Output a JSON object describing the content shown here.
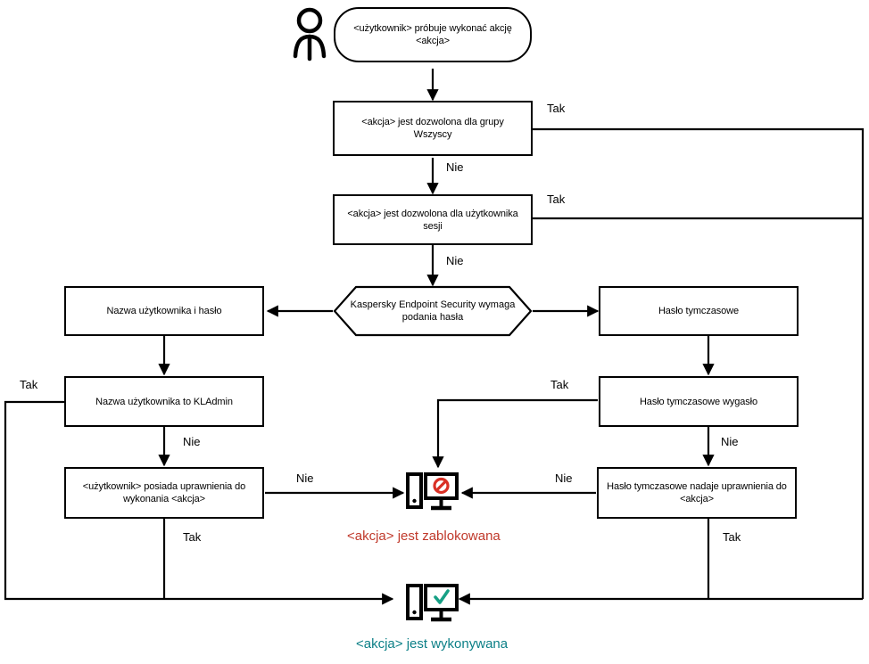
{
  "diagram": {
    "title": "Kaspersky Endpoint Security password check flow",
    "language": "pl",
    "colors": {
      "stroke": "#000000",
      "background": "#ffffff",
      "blocked_text": "#c0392b",
      "blocked_icon": "#d93025",
      "allowed_text": "#0b7f86",
      "allowed_icon": "#16a085"
    }
  },
  "actor": {
    "name": "user-actor-icon",
    "label": "user"
  },
  "nodes": {
    "start": {
      "id": "start",
      "shape": "terminator",
      "text": "<użytkownik> próbuje wykonać akcję <akcja>"
    },
    "allowed_for_everyone": {
      "id": "allowed-for-everyone",
      "shape": "rect",
      "text": "<akcja> jest dozwolona dla grupy Wszyscy"
    },
    "allowed_for_session_user": {
      "id": "allowed-for-session-user",
      "shape": "rect",
      "text": "<akcja> jest dozwolona dla użytkownika sesji"
    },
    "kes_requires_password": {
      "id": "kes-requires-password",
      "shape": "hexagon",
      "text": "Kaspersky Endpoint Security wymaga podania hasła"
    },
    "username_and_password": {
      "id": "username-and-password",
      "shape": "rect",
      "text": "Nazwa użytkownika i hasło"
    },
    "username_is_kladmin": {
      "id": "username-is-kladmin",
      "shape": "rect",
      "text": "Nazwa użytkownika to KLAdmin"
    },
    "user_has_permission": {
      "id": "user-has-permission",
      "shape": "rect",
      "text": "<użytkownik> posiada uprawnienia do wykonania <akcja>"
    },
    "temporary_password": {
      "id": "temporary-password",
      "shape": "rect",
      "text": "Hasło tymczasowe"
    },
    "temporary_password_expired": {
      "id": "temporary-password-expired",
      "shape": "rect",
      "text": "Hasło tymczasowe wygasło"
    },
    "temporary_password_grants": {
      "id": "temporary-password-grants",
      "shape": "rect",
      "text": "Hasło tymczasowe nadaje uprawnienia do <akcja>"
    }
  },
  "outcomes": {
    "blocked": {
      "icon": "computer-blocked-icon",
      "caption": "<akcja> jest zablokowana"
    },
    "allowed": {
      "icon": "computer-allowed-icon",
      "caption": "<akcja> jest wykonywana"
    }
  },
  "edge_labels": {
    "yes": "Tak",
    "no": "Nie",
    "items": [
      {
        "key": "everyone_yes",
        "text": "Tak",
        "from": "allowed_for_everyone",
        "to": "allowed"
      },
      {
        "key": "everyone_no",
        "text": "Nie",
        "from": "allowed_for_everyone",
        "to": "allowed_for_session_user"
      },
      {
        "key": "session_yes",
        "text": "Tak",
        "from": "allowed_for_session_user",
        "to": "allowed"
      },
      {
        "key": "session_no",
        "text": "Nie",
        "from": "allowed_for_session_user",
        "to": "kes_requires_password"
      },
      {
        "key": "kladmin_yes",
        "text": "Tak",
        "from": "username_is_kladmin",
        "to": "allowed"
      },
      {
        "key": "kladmin_no",
        "text": "Nie",
        "from": "username_is_kladmin",
        "to": "user_has_permission"
      },
      {
        "key": "permission_no",
        "text": "Nie",
        "from": "user_has_permission",
        "to": "blocked"
      },
      {
        "key": "permission_yes",
        "text": "Tak",
        "from": "user_has_permission",
        "to": "allowed"
      },
      {
        "key": "expired_yes",
        "text": "Tak",
        "from": "temporary_password_expired",
        "to": "blocked"
      },
      {
        "key": "expired_no",
        "text": "Nie",
        "from": "temporary_password_expired",
        "to": "temporary_password_grants"
      },
      {
        "key": "grants_no",
        "text": "Nie",
        "from": "temporary_password_grants",
        "to": "blocked"
      },
      {
        "key": "grants_yes",
        "text": "Tak",
        "from": "temporary_password_grants",
        "to": "allowed"
      }
    ]
  }
}
